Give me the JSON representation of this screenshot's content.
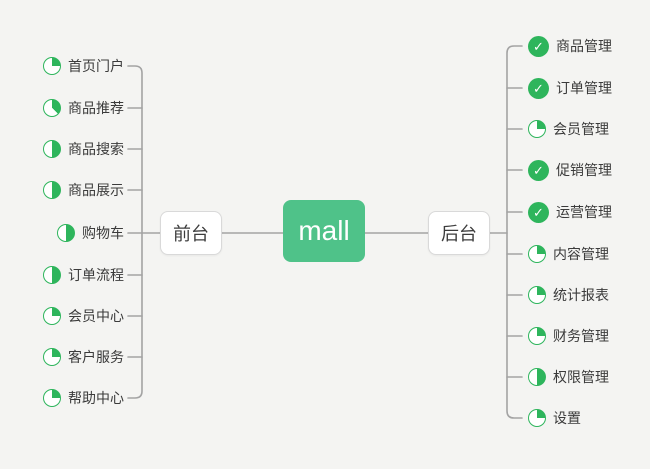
{
  "root": {
    "label": "mall"
  },
  "branches": {
    "front": {
      "label": "前台"
    },
    "back": {
      "label": "后台"
    }
  },
  "left": {
    "items": [
      {
        "label": "首页门户",
        "progress": 25
      },
      {
        "label": "商品推荐",
        "progress": 37.5
      },
      {
        "label": "商品搜索",
        "progress": 50
      },
      {
        "label": "商品展示",
        "progress": 50
      },
      {
        "label": "购物车",
        "progress": 50
      },
      {
        "label": "订单流程",
        "progress": 50
      },
      {
        "label": "会员中心",
        "progress": 25
      },
      {
        "label": "客户服务",
        "progress": 25
      },
      {
        "label": "帮助中心",
        "progress": 25
      }
    ]
  },
  "right": {
    "items": [
      {
        "label": "商品管理",
        "progress": 100
      },
      {
        "label": "订单管理",
        "progress": 100
      },
      {
        "label": "会员管理",
        "progress": 25
      },
      {
        "label": "促销管理",
        "progress": 100
      },
      {
        "label": "运营管理",
        "progress": 100
      },
      {
        "label": "内容管理",
        "progress": 25
      },
      {
        "label": "统计报表",
        "progress": 25
      },
      {
        "label": "财务管理",
        "progress": 25
      },
      {
        "label": "权限管理",
        "progress": 50
      },
      {
        "label": "设置",
        "progress": 25
      }
    ]
  },
  "icons": {
    "done_icon": "✓"
  },
  "colors": {
    "icon_green": "#2eb55c",
    "root_green": "#4fc289",
    "line_gray": "#a3a3a3",
    "background": "#f4f4f2"
  }
}
